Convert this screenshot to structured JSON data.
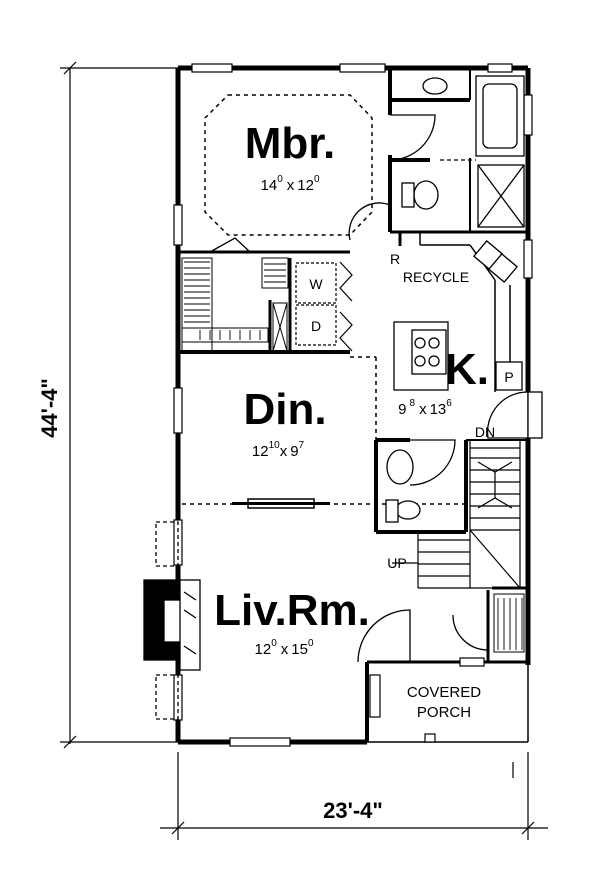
{
  "overall_width": "23'-4\"",
  "overall_depth": "44'-4\"",
  "rooms": {
    "master_bedroom": {
      "name": "Mbr.",
      "w_ft": "14",
      "w_in": "0",
      "x": "x",
      "d_ft": "12",
      "d_in": "0"
    },
    "dining": {
      "name": "Din.",
      "w_ft": "12",
      "w_in": "10",
      "x": "x",
      "d_ft": "9",
      "d_in": "7"
    },
    "kitchen": {
      "name": "K.",
      "w_ft": "9",
      "w_in": "8",
      "x": "x",
      "d_ft": "13",
      "d_in": "6"
    },
    "living_room": {
      "name": "Liv.Rm.",
      "w_ft": "12",
      "w_in": "0",
      "x": "x",
      "d_ft": "15",
      "d_in": "0"
    }
  },
  "labels": {
    "washer": "W",
    "dryer": "D",
    "refrigerator": "R",
    "recycle": "RECYCLE",
    "pantry": "P",
    "down": "DN",
    "up": "UP",
    "porch_line1": "COVERED",
    "porch_line2": "PORCH"
  }
}
